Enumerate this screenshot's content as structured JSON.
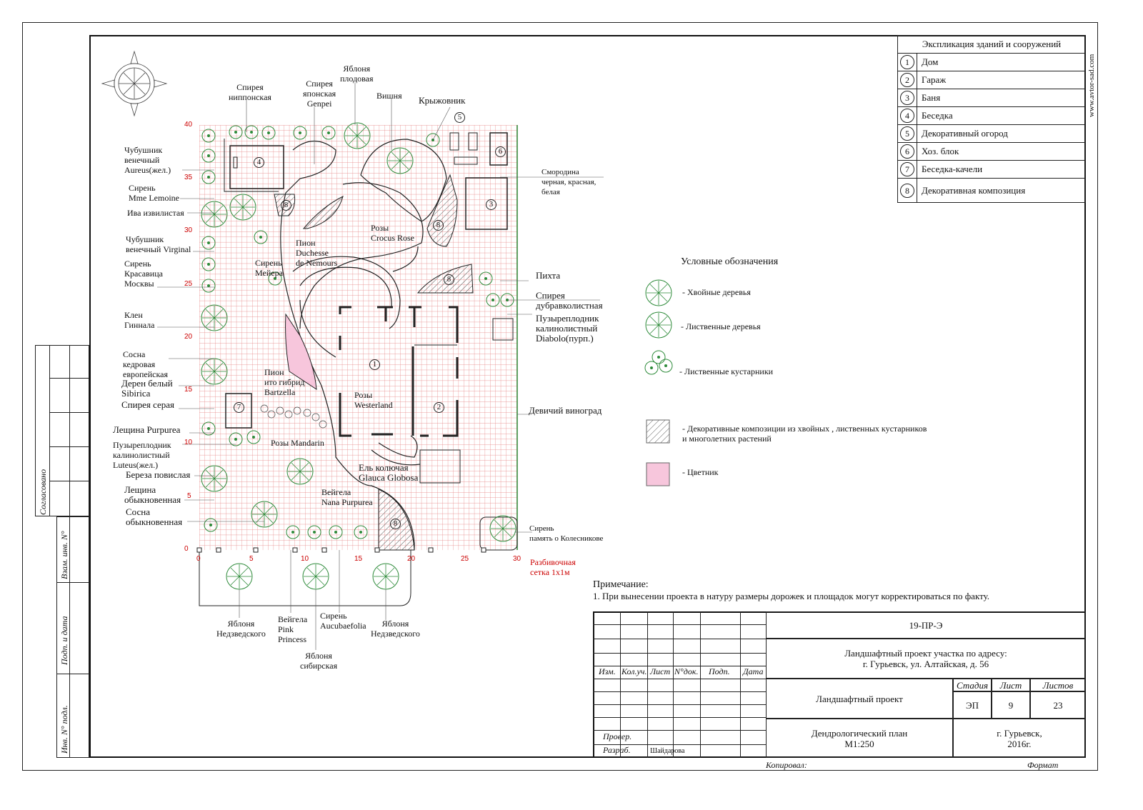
{
  "explication": {
    "title": "Экспликация зданий и сооружений",
    "items": [
      {
        "n": "1",
        "name": "Дом"
      },
      {
        "n": "2",
        "name": "Гараж"
      },
      {
        "n": "3",
        "name": "Баня"
      },
      {
        "n": "4",
        "name": "Беседка"
      },
      {
        "n": "5",
        "name": "Декоративный огород"
      },
      {
        "n": "6",
        "name": "Хоз. блок"
      },
      {
        "n": "7",
        "name": "Беседка-качели"
      },
      {
        "n": "8",
        "name": "Декоративная композиция"
      }
    ]
  },
  "website": "www.avtor-sad.com",
  "legend": {
    "title": "Условные обозначения",
    "conifer": "- Хвойные деревья",
    "deciduous": "-  Лиственные деревья",
    "shrubs": "-  Лиственные кустарники",
    "composition": "-  Декоративные композиции из хвойных , лиственных кустарников\n   и многолетних растений",
    "flowerbed": "-  Цветник",
    "colors": {
      "plant": "#2e8b3a",
      "grid": "#e06060",
      "flower": "#f7c6dc",
      "hatch": "#555555"
    }
  },
  "grid_label": "Разбивочная\nсетка  1х1м",
  "axis": {
    "x": [
      "0",
      "5",
      "10",
      "15",
      "20",
      "25",
      "30"
    ],
    "y": [
      "0",
      "5",
      "10",
      "15",
      "20",
      "25",
      "30",
      "35",
      "40"
    ]
  },
  "note": {
    "title": "Примечание:",
    "text": "1. При вынесении проекта в натуру размеры дорожек и площадок могут корректироваться по факту."
  },
  "plants_left": [
    "Чубушник\nвенечный\nAureus(жел.)",
    "Сирень\nMme Lemoine",
    "Ива извилистая",
    "Чубушник\nвенечный Virginal",
    "Сирень\nКрасавица\nМосквы",
    "Клен\nГиннала",
    "Сосна\nкедровая\nевропейская",
    "Дерен белый\nSibirica",
    "Спирея серая",
    "Лещина Purpurea",
    "Пузыреплодник\nкалинолистный\nLuteus(жел.)",
    "Береза повислая",
    "Лещина\nобыкновенная",
    "Сосна\nобыкновенная"
  ],
  "plants_top": [
    "Спирея\nниппонская",
    "Спирея\nяпонская\nGenpei",
    "Яблоня\nплодовая",
    "Вишня",
    "Крыжовник"
  ],
  "plants_right": [
    "Смородина\nчерная, красная,\nбелая",
    "Пихта",
    "Спирея\nдубравколистная",
    "Пузыреплодник\nкалинолистный\nDiabolo(пурп.)",
    "Девичий виноград",
    "Сирень\nпамять о Колесникове"
  ],
  "plants_inside": [
    "Розы\nCrocus Rose",
    "Пион\nDuchesse\nde Nemours",
    "Сирень\nМейера",
    "Пион\nито гибрид\nBartzella",
    "Розы\nWesterland",
    "Розы Mandarin",
    "Ель колючая\nGlauca Globosa",
    "Вейгела\nNana Purpurea"
  ],
  "plants_bottom": [
    "Яблоня\nНедзведского",
    "Вейгела\nPink\nPrincess",
    "Сирень\nAucubaefolia",
    "Яблоня\nНедзведского",
    "Яблоня\nсибирская"
  ],
  "title_block": {
    "code": "19-ПР-Э",
    "project": "Ландшафтный проект участка по адресу:\nг. Гурьевск, ул. Алтайская, д. 56",
    "headers": [
      "Изм.",
      "Кол.уч.",
      "Лист",
      "N°док.",
      "Подп.",
      "Дата"
    ],
    "name": "Ландшафтный проект",
    "stage_h": "Стадия",
    "sheet_h": "Лист",
    "sheets_h": "Листов",
    "stage": "ЭП",
    "sheet": "9",
    "sheets": "23",
    "drawing": "Дендрологический план\nМ1:250",
    "city": "г. Гурьевск,\n2016г.",
    "checked": "Провер.",
    "developed": "Разраб.",
    "author": "Шайдарова",
    "copied": "Копировал:",
    "format": "Формат"
  },
  "side_stamp": {
    "agreed": "Согласовано",
    "vzam": "Взам. инв. N°",
    "podp": "Подп. и дата",
    "inv": "Инв. N° подл."
  }
}
